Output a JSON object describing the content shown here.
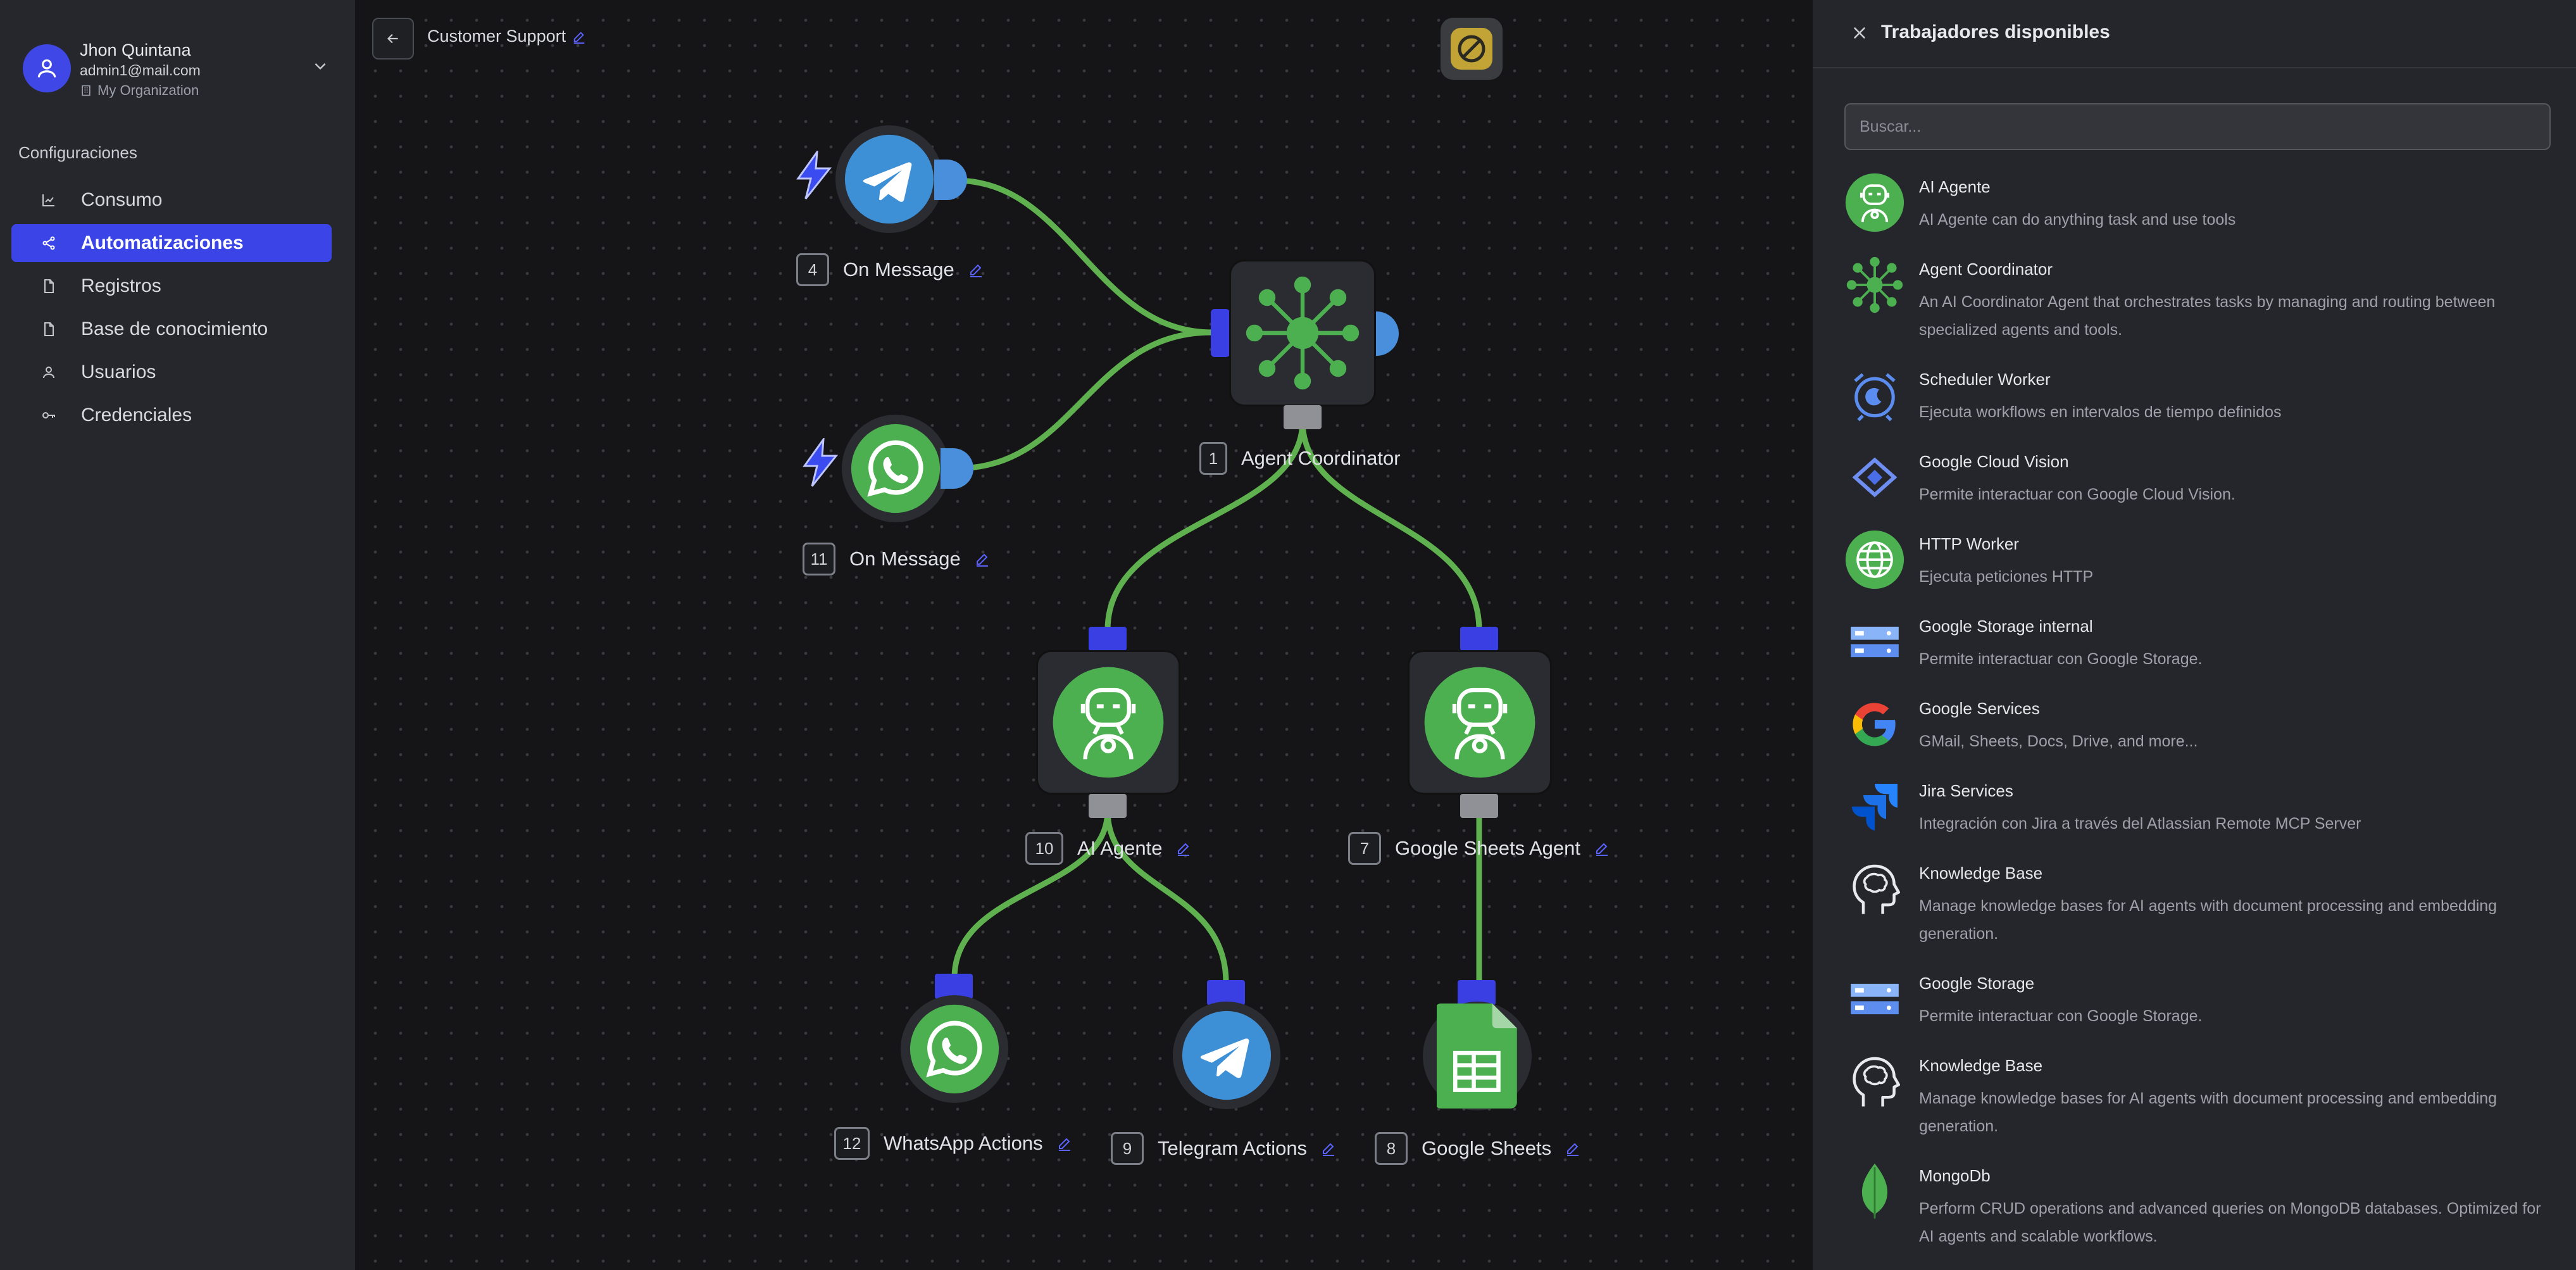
{
  "user": {
    "name": "Jhon Quintana",
    "email": "admin1@mail.com",
    "organization": "My Organization"
  },
  "sidebar": {
    "section_title": "Configuraciones",
    "items": [
      {
        "label": "Consumo",
        "icon": "chart-line-icon"
      },
      {
        "label": "Automatizaciones",
        "icon": "share-nodes-icon",
        "active": true
      },
      {
        "label": "Registros",
        "icon": "file-icon"
      },
      {
        "label": "Base de conocimiento",
        "icon": "file-icon"
      },
      {
        "label": "Usuarios",
        "icon": "user-icon"
      },
      {
        "label": "Credenciales",
        "icon": "key-icon"
      }
    ]
  },
  "canvas": {
    "flow_title": "Customer Support",
    "nodes": [
      {
        "number": "4",
        "label": "On Message",
        "icon": "telegram-icon",
        "trigger": true
      },
      {
        "number": "11",
        "label": "On Message",
        "icon": "whatsapp-icon",
        "trigger": true
      },
      {
        "number": "1",
        "label": "Agent Coordinator",
        "icon": "coordinator-icon"
      },
      {
        "number": "10",
        "label": "AI Agente",
        "icon": "robot-icon"
      },
      {
        "number": "7",
        "label": "Google Sheets Agent",
        "icon": "robot-icon"
      },
      {
        "number": "12",
        "label": "WhatsApp Actions",
        "icon": "whatsapp-icon"
      },
      {
        "number": "9",
        "label": "Telegram Actions",
        "icon": "telegram-icon"
      },
      {
        "number": "8",
        "label": "Google Sheets",
        "icon": "google-sheets-icon"
      }
    ]
  },
  "panel": {
    "title": "Trabajadores disponibles",
    "search_placeholder": "Buscar...",
    "workers": [
      {
        "name": "AI Agente",
        "desc": "AI Agente can do anything task and use tools",
        "icon": "robot-icon"
      },
      {
        "name": "Agent Coordinator",
        "desc": "An AI Coordinator Agent that orchestrates tasks by managing and routing between specialized agents and tools.",
        "icon": "coordinator-icon"
      },
      {
        "name": "Scheduler Worker",
        "desc": "Ejecuta workflows en intervalos de tiempo definidos",
        "icon": "alarm-clock-icon"
      },
      {
        "name": "Google Cloud Vision",
        "desc": "Permite interactuar con Google Cloud Vision.",
        "icon": "cloud-vision-icon"
      },
      {
        "name": "HTTP Worker",
        "desc": "Ejecuta peticiones HTTP",
        "icon": "globe-icon"
      },
      {
        "name": "Google Storage internal",
        "desc": "Permite interactuar con Google Storage.",
        "icon": "storage-icon"
      },
      {
        "name": "Google Services",
        "desc": "GMail, Sheets, Docs, Drive, and more...",
        "icon": "google-icon"
      },
      {
        "name": "Jira Services",
        "desc": "Integración con Jira a través del Atlassian Remote MCP Server",
        "icon": "jira-icon"
      },
      {
        "name": "Knowledge Base",
        "desc": "Manage knowledge bases for AI agents with document processing and embedding generation.",
        "icon": "brain-head-icon"
      },
      {
        "name": "Google Storage",
        "desc": "Permite interactuar con Google Storage.",
        "icon": "storage-icon"
      },
      {
        "name": "Knowledge Base",
        "desc": "Manage knowledge bases for AI agents with document processing and embedding generation.",
        "icon": "brain-head-icon"
      },
      {
        "name": "MongoDb",
        "desc": "Perform CRUD operations and advanced queries on MongoDB databases. Optimized for AI agents and scalable workflows.",
        "icon": "mongodb-leaf-icon"
      }
    ]
  },
  "colors": {
    "accent": "#3b44e6",
    "edge": "#5fb04f",
    "node_green": "#4caf50",
    "telegram": "#3d8fd6",
    "port_gray": "#8f9196"
  }
}
